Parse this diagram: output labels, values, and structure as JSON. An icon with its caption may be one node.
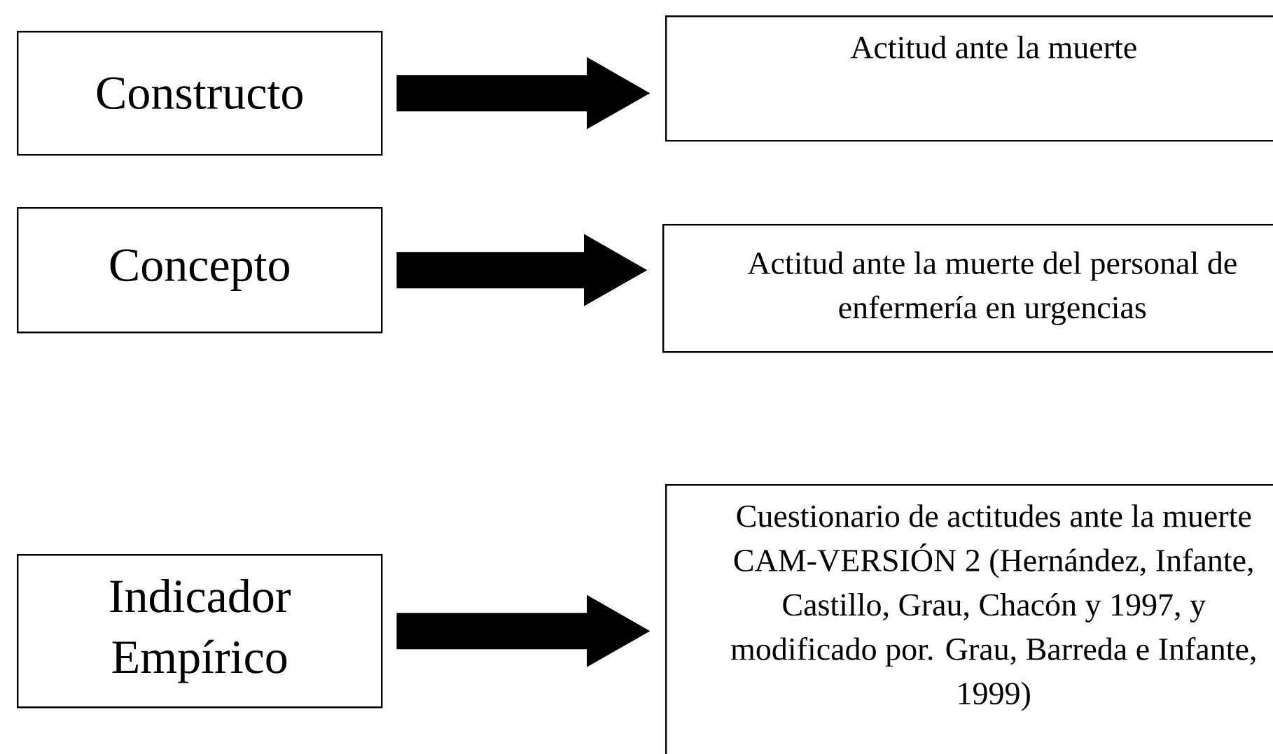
{
  "diagram": {
    "nodes": [
      {
        "text": [
          "Constructo"
        ]
      },
      {
        "text": [
          "Actitud ante la muerte"
        ]
      },
      {
        "text": [
          "Concepto"
        ]
      },
      {
        "text": [
          "Actitud ante la muerte del personal de enfermería en urgencias"
        ]
      },
      {
        "text": [
          "Indicador Empírico"
        ]
      },
      {
        "text": [
          "Cuestionario de actitudes ante la muerte CAM-VERSIÓN 2 (Hernández, Infante, Castillo, Grau, Chacón y 1997, y modificado por. Grau, Barreda e Infante, 1999)"
        ]
      }
    ],
    "edges": [
      {
        "from": 0,
        "to": 1,
        "arrow": "to"
      },
      {
        "from": 2,
        "to": 3,
        "arrow": "to"
      },
      {
        "from": 4,
        "to": 5,
        "arrow": "to"
      }
    ]
  }
}
